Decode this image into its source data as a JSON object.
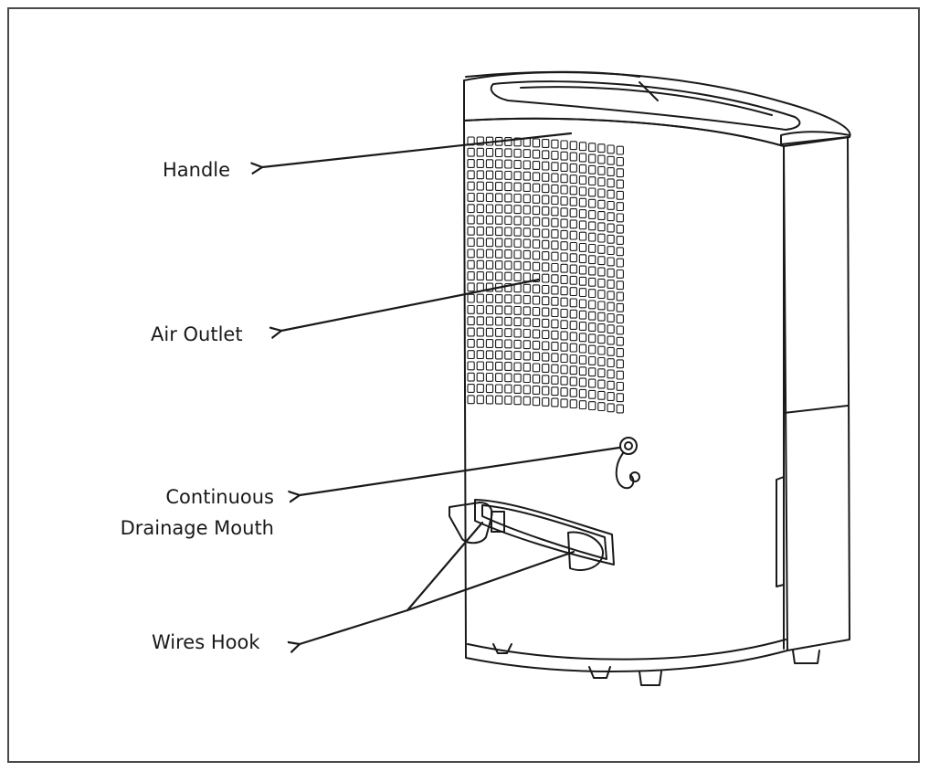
{
  "labels": {
    "handle": "Handle",
    "air_outlet": "Air Outlet",
    "drainage_line1": "Continuous",
    "drainage_line2": "Drainage Mouth",
    "wires_hook": "Wires Hook"
  },
  "colors": {
    "line": "#1a1a1a",
    "background": "#ffffff",
    "frame": "#4a4a4a"
  }
}
